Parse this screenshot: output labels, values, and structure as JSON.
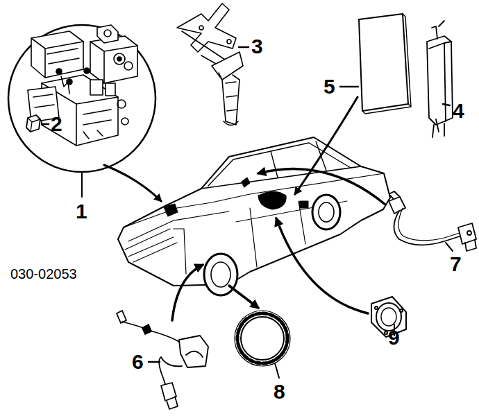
{
  "diagram": {
    "labels": [
      "3",
      "5",
      "4",
      "2",
      "1",
      "7",
      "030-02053",
      "6",
      "9",
      "8"
    ]
  }
}
